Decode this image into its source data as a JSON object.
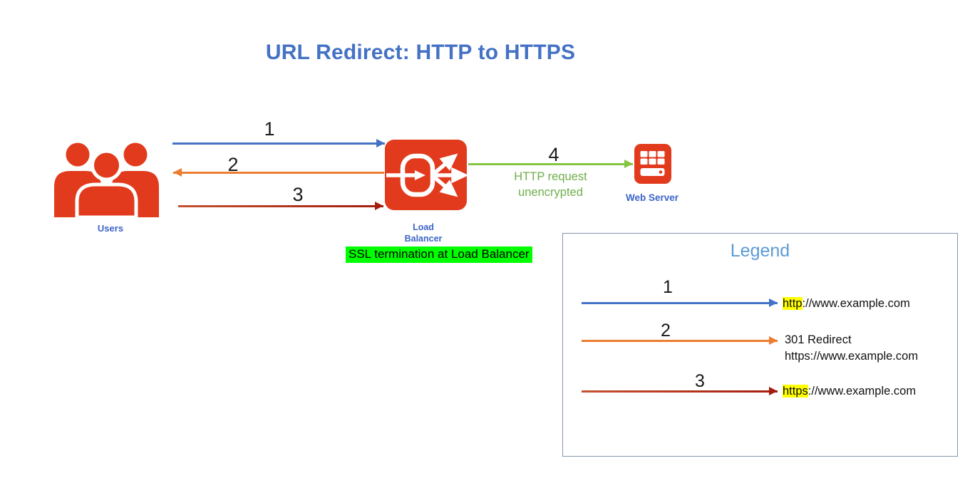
{
  "title": "URL Redirect: HTTP to HTTPS",
  "colors": {
    "icon_red": "#E23A1C",
    "blue_arrow": "#4472C4",
    "orange_arrow": "#ED7D31",
    "dark_red_arrow": "#A51C0D",
    "green_arrow": "#84C441",
    "green_text": "#6FAE4B",
    "node_label_blue": "#3C64C8",
    "title_blue": "#4472C4",
    "legend_title_blue": "#5B9BD5",
    "legend_border": "#8496B0",
    "highlight_yellow": "#FFFF00",
    "highlight_green": "#00FF00"
  },
  "nodes": {
    "users": {
      "label": "Users",
      "icon": "users-group-icon"
    },
    "load_balancer": {
      "label": "Load Balancer",
      "icon": "load-balancer-icon",
      "note": "SSL termination at Load Balancer"
    },
    "web_server": {
      "label": "Web Server",
      "icon": "web-server-icon"
    }
  },
  "flows": [
    {
      "step": "1",
      "from": "Users",
      "to": "Load Balancer",
      "direction": "right",
      "color": "#4472C4"
    },
    {
      "step": "2",
      "from": "Load Balancer",
      "to": "Users",
      "direction": "left",
      "color": "#ED7D31"
    },
    {
      "step": "3",
      "from": "Users",
      "to": "Load Balancer",
      "direction": "right",
      "color": "#A51C0D"
    },
    {
      "step": "4",
      "from": "Load Balancer",
      "to": "Web Server",
      "direction": "right",
      "color": "#84C441",
      "caption_line1": "HTTP request",
      "caption_line2": "unencrypted"
    }
  ],
  "legend": {
    "title": "Legend",
    "rows": [
      {
        "step": "1",
        "highlight": "http",
        "rest": "://www.example.com"
      },
      {
        "step": "2",
        "line1": "301 Redirect",
        "line2": "https://www.example.com"
      },
      {
        "step": "3",
        "highlight": "https",
        "rest": "://www.example.com"
      }
    ]
  }
}
